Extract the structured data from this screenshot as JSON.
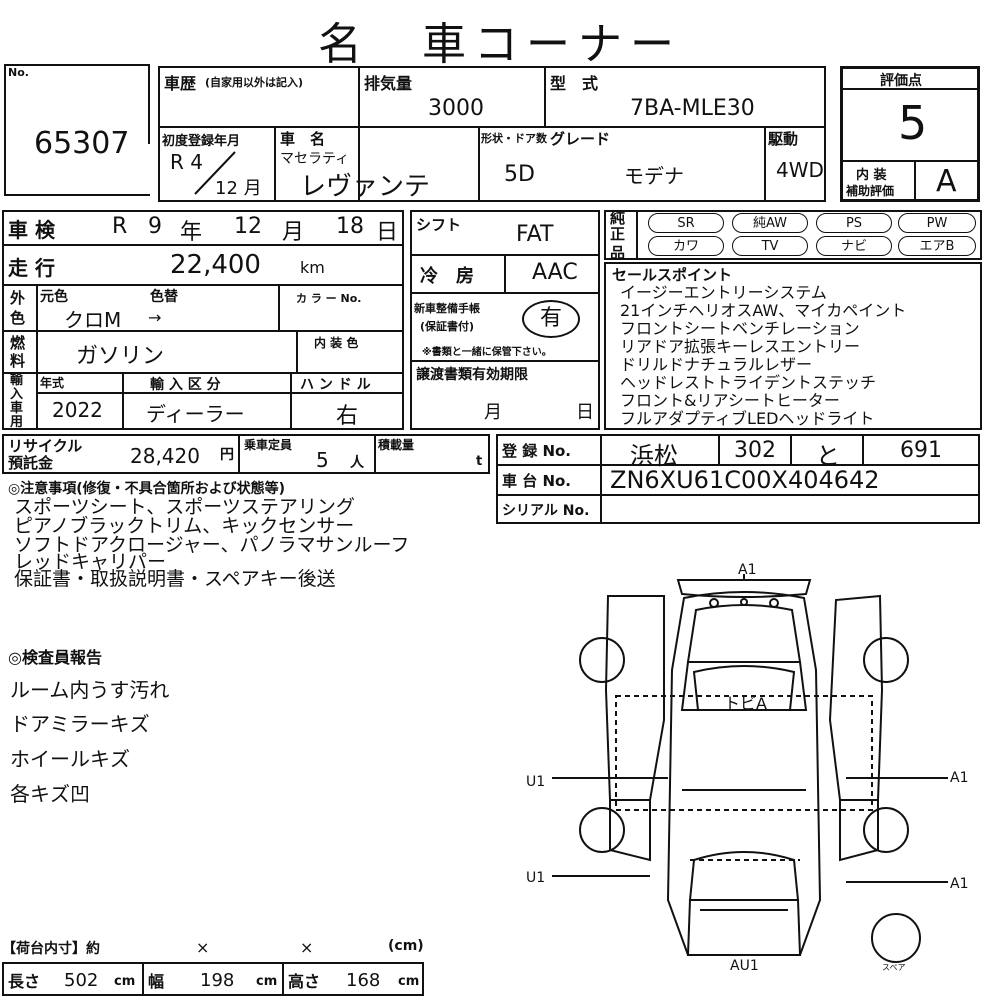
{
  "title": "名　車コーナー",
  "lot": {
    "label": "No.",
    "number": "65307"
  },
  "history": {
    "label": "車歴",
    "label_note": "(自家用以外は記入)",
    "value": ""
  },
  "displacement": {
    "label": "排気量",
    "value": "3000"
  },
  "model": {
    "label": "型　式",
    "value": "7BA-MLE30"
  },
  "score": {
    "label": "評価点",
    "value": "5",
    "interior_label_1": "内 装",
    "interior_label_2": "補助評価",
    "interior_value": "A"
  },
  "first_reg": {
    "label": "初度登録年月",
    "era": "R 4",
    "month": "12 月"
  },
  "car_name": {
    "label": "車　名",
    "maker": "マセラティ",
    "name": "レヴァンテ"
  },
  "doors": {
    "label": "形状・ドア数",
    "value": "5D"
  },
  "grade": {
    "label": "グレード",
    "value": "モデナ"
  },
  "drive": {
    "label": "駆動",
    "value": "4WD"
  },
  "inspection": {
    "label": "車 検",
    "era": "R",
    "year": "9",
    "year_unit": "年",
    "month": "12",
    "month_unit": "月",
    "day": "18",
    "day_unit": "日"
  },
  "mileage": {
    "label": "走 行",
    "value": "22,400",
    "unit": "km"
  },
  "exterior": {
    "group": "外色",
    "orig_label": "元色",
    "repaint_label": "色替",
    "orig_value": "クロM",
    "repaint_value": "→",
    "color_no_label": "カ ラ ー No."
  },
  "fuel": {
    "group": "燃料",
    "value": "ガソリン",
    "interior_color_label": "内 装 色"
  },
  "import": {
    "group": "輸入車用",
    "year_label": "年式",
    "year_value": "2022",
    "type_label": "輸 入 区 分",
    "type_value": "ディーラー",
    "handle_label": "ハ ン ド ル",
    "handle_value": "右"
  },
  "shift": {
    "label": "シフト",
    "value": "FAT"
  },
  "ac": {
    "label": "冷　房",
    "value": "AAC"
  },
  "warranty": {
    "label_1": "新車整備手帳",
    "label_2": "(保証書付)",
    "value": "有",
    "note": "※書類と一緒に保管下さい。"
  },
  "transfer": {
    "label": "譲渡書類有効期限",
    "month_unit": "月",
    "day_unit": "日"
  },
  "equipment": {
    "group_1": "純正",
    "group_2": "品",
    "items": [
      "SR",
      "純AW",
      "PS",
      "PW",
      "カワ",
      "TV",
      "ナビ",
      "エアB"
    ]
  },
  "sales_points": {
    "label": "セールスポイント",
    "items": [
      "イージーエントリーシステム",
      "21インチヘリオスAW、マイカペイント",
      "フロントシートベンチレーション",
      "リアドア拡張キーレスエントリー",
      "ドリルドナチュラルレザー",
      "ヘッドレストトライデントステッチ",
      "フロント&リアシートヒーター",
      "フルアダプティブLEDヘッドライト"
    ]
  },
  "recycle": {
    "label_1": "リサイクル",
    "label_2": "預託金",
    "value": "28,420",
    "unit": "円"
  },
  "capacity": {
    "label": "乗車定員",
    "value": "5",
    "unit": "人"
  },
  "load": {
    "label": "積載量",
    "unit": "t"
  },
  "registration": {
    "label": "登 録 No.",
    "region": "浜松",
    "class": "302",
    "kana": "と",
    "number": "691"
  },
  "chassis": {
    "label": "車 台 No.",
    "value": "ZN6XU61C00X404642"
  },
  "serial": {
    "label": "シリアル No.",
    "value": ""
  },
  "notes": {
    "label": "◎注意事項(修復・不具合箇所および状態等)",
    "lines": [
      "スポーツシート、スポーツステアリング",
      "ピアノブラックトリム、キックセンサー",
      "ソフトドアクロージャー、パノラマサンルーフ",
      "レッドキャリパー",
      "保証書・取扱説明書・スペアキー後送"
    ]
  },
  "inspector": {
    "label": "◎検査員報告",
    "lines": [
      "ルーム内うす汚れ",
      "ドアミラーキズ",
      "ホイールキズ",
      "各キズ凹"
    ]
  },
  "diagram": {
    "front": "A1",
    "roof": "トビA",
    "left_1": "U1",
    "left_2": "U1",
    "right_1": "A1",
    "right_2": "A1",
    "rear": "AU1",
    "spare": "スペア"
  },
  "cargo": {
    "label": "【荷台内寸】約",
    "x1": "×",
    "x2": "×",
    "unit": "(cm)"
  },
  "dims": {
    "length_label": "長さ",
    "length": "502",
    "width_label": "幅",
    "width": "198",
    "height_label": "高さ",
    "height": "168",
    "unit": "cm"
  }
}
